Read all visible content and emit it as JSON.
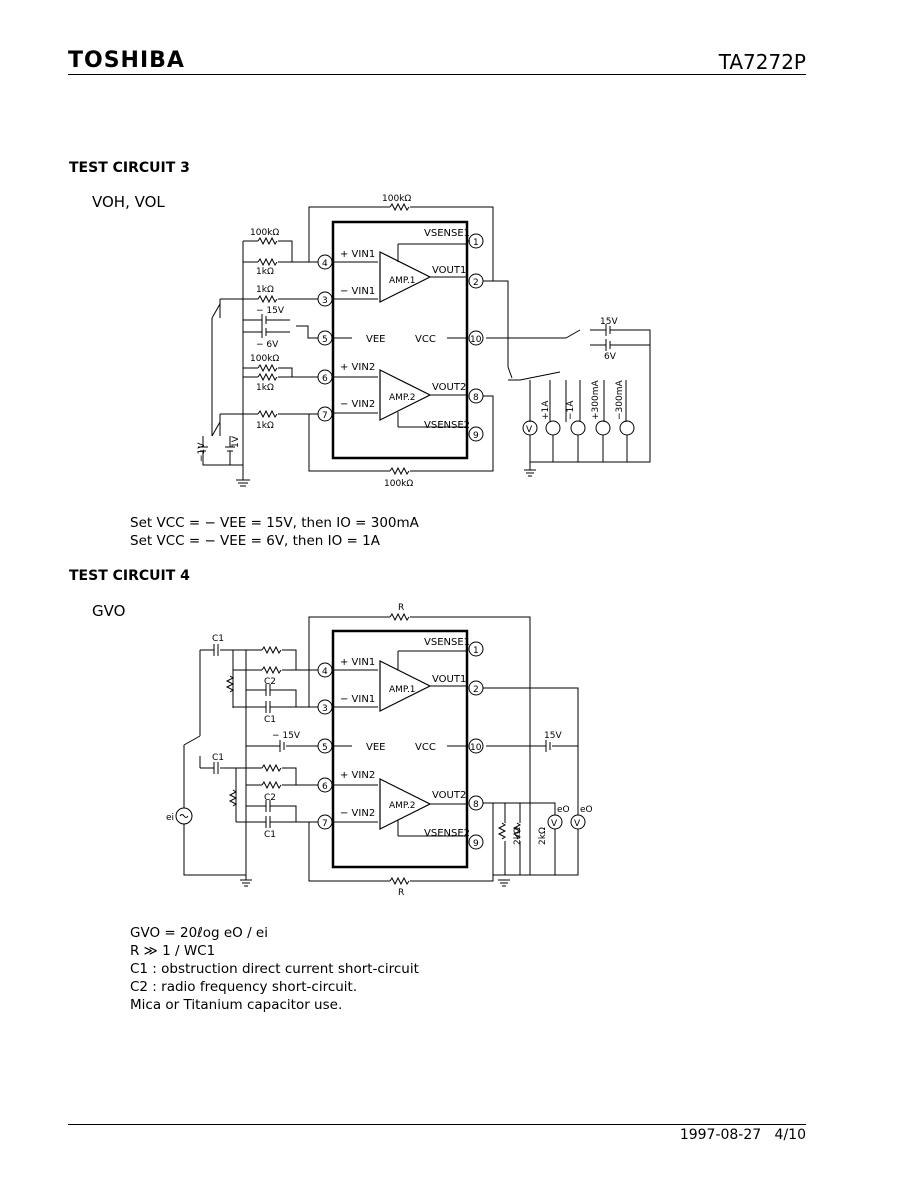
{
  "header": {
    "brand": "TOSHIBA",
    "part": "TA7272P"
  },
  "circuit3": {
    "title": "TEST CIRCUIT 3",
    "label": "VOH, VOL",
    "notes": [
      "Set VCC = − VEE = 15V, then IO = 300mA",
      "Set VCC = − VEE = 6V, then IO = 1A"
    ],
    "fb_top": "100kΩ",
    "fb_bot": "100kΩ",
    "r100k_1": "100kΩ",
    "r1k_1": "1kΩ",
    "r1k_2": "1kΩ",
    "v_m15": "− 15V",
    "v_m6": "− 6V",
    "r100k_2": "100kΩ",
    "r1k_3": "1kΩ",
    "r1k_4": "1kΩ",
    "v_m1": "−1V",
    "v_1": "1V",
    "src_15": "15V",
    "src_6": "6V",
    "i1": "+1A",
    "i2": "−1A",
    "i3": "+300mA",
    "i4": "−300mA",
    "v": "V"
  },
  "circuit4": {
    "title": "TEST CIRCUIT 4",
    "label": "GVO",
    "notes": [
      "GVO = 20ℓog eO / ei",
      "R ≫ 1 / WC1",
      "C1 : obstruction direct current short-circuit",
      "C2 : radio frequency short-circuit.",
      "Mica or Titanium capacitor use."
    ],
    "r_top": "R",
    "r_bot": "R",
    "c1a": "C1",
    "c2a": "C2",
    "c1b": "C1",
    "c1c": "C1",
    "c2b": "C2",
    "c1d": "C1",
    "v_m15": "− 15V",
    "v_15": "15V",
    "ei": "ei",
    "eo1": "eO",
    "eo2": "eO",
    "r2k1": "2kΩ",
    "r2k2": "2kΩ",
    "v": "V"
  },
  "ic": {
    "pins": {
      "sense1": "VSENSE1",
      "vin1p": "+ VIN1",
      "vin1m": "− VIN1",
      "vout1": "VOUT1",
      "vee": "VEE",
      "vcc": "VCC",
      "vin2p": "+ VIN2",
      "vin2m": "− VIN2",
      "vout2": "VOUT2",
      "sense2": "VSENSE2"
    },
    "amp1": "AMP.1",
    "amp2": "AMP.2",
    "plus": "+",
    "minus": "−",
    "n1": "1",
    "n2": "2",
    "n3": "3",
    "n4": "4",
    "n5": "5",
    "n6": "6",
    "n7": "7",
    "n8": "8",
    "n9": "9",
    "n10": "10"
  },
  "footer": {
    "date": "1997-08-27",
    "page": "4/10"
  }
}
